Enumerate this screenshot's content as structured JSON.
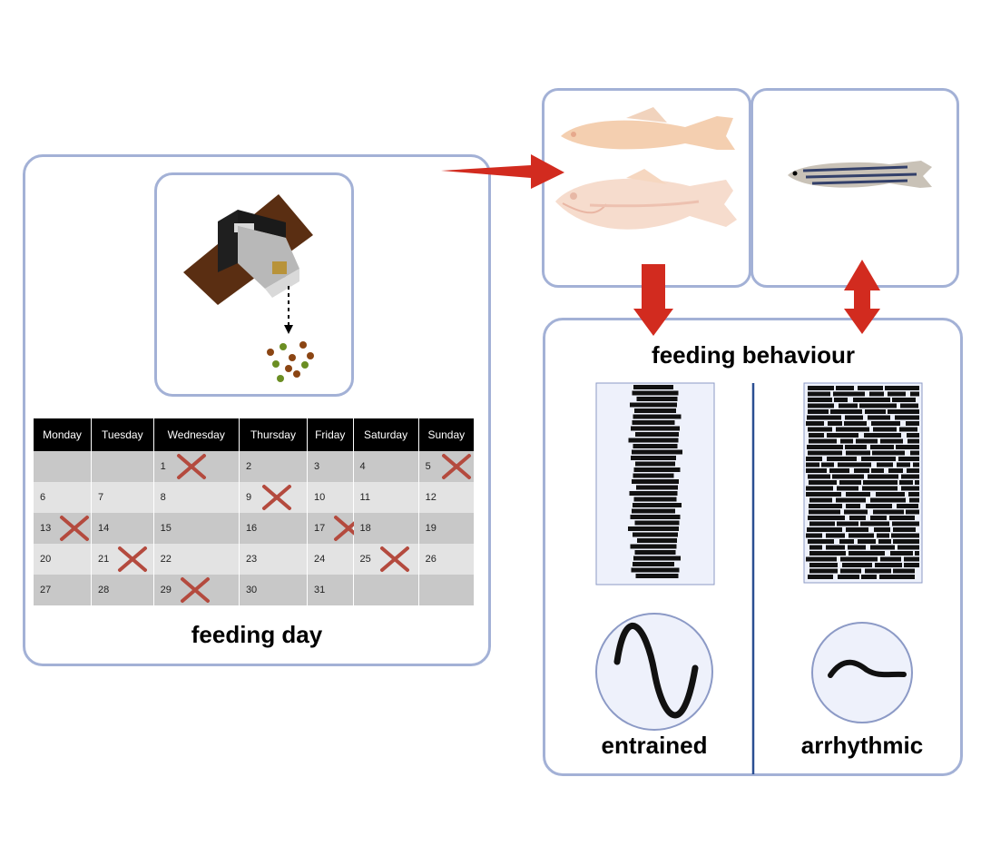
{
  "calendar": {
    "headers": [
      "Monday",
      "Tuesday",
      "Wednesday",
      "Thursday",
      "Friday",
      "Saturday",
      "Sunday"
    ],
    "weeks": [
      [
        "",
        "",
        "1",
        "2",
        "3",
        "4",
        "5"
      ],
      [
        "6",
        "7",
        "8",
        "9",
        "10",
        "11",
        "12"
      ],
      [
        "13",
        "14",
        "15",
        "16",
        "17",
        "18",
        "19"
      ],
      [
        "20",
        "21",
        "22",
        "23",
        "24",
        "25",
        "26"
      ],
      [
        "27",
        "28",
        "29",
        "30",
        "31",
        "",
        ""
      ]
    ],
    "feeding_days": [
      "1",
      "5",
      "9",
      "13",
      "17",
      "21",
      "25",
      "29"
    ]
  },
  "labels": {
    "feeding_day": "feeding day",
    "feeding_behaviour": "feeding behaviour",
    "entrained": "entrained",
    "arrhythmic": "arrhythmic"
  },
  "colors": {
    "panel_border": "#a3b1d6",
    "arrow": "#d22b1f",
    "cross": "#b44a3e",
    "divider": "#2b4f93",
    "actogram_bg": "#eef1fb"
  },
  "icons": [
    "auto-feeder-icon",
    "cavefish-icon",
    "zebrafish-icon",
    "sine-wave-icon",
    "flat-wave-icon"
  ]
}
